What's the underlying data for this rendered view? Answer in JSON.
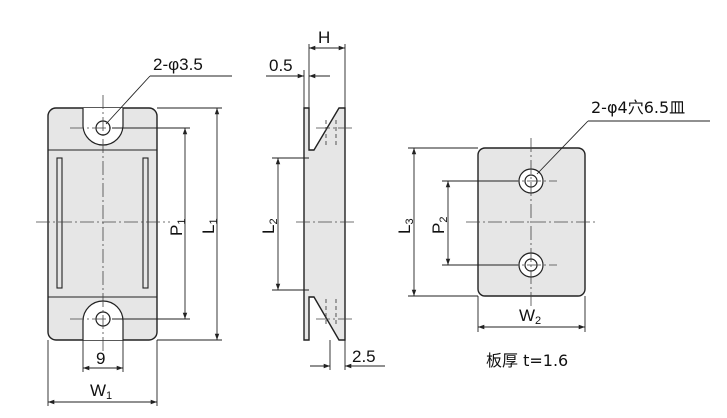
{
  "front_view": {
    "hole_callout": "2-φ3.5",
    "p1": "P",
    "p1_sub": "1",
    "l1": "L",
    "l1_sub": "1",
    "bottom_dim": "9",
    "w1": "W",
    "w1_sub": "1"
  },
  "side_view": {
    "h": "H",
    "thickness_small": "0.5",
    "l2": "L",
    "l2_sub": "2",
    "bottom_dim": "2.5"
  },
  "plate_view": {
    "hole_callout": "2-φ4穴6.5皿",
    "l3": "L",
    "l3_sub": "3",
    "p2": "P",
    "p2_sub": "2",
    "w2": "W",
    "w2_sub": "2",
    "thickness_note": "板厚 t=1.6"
  }
}
